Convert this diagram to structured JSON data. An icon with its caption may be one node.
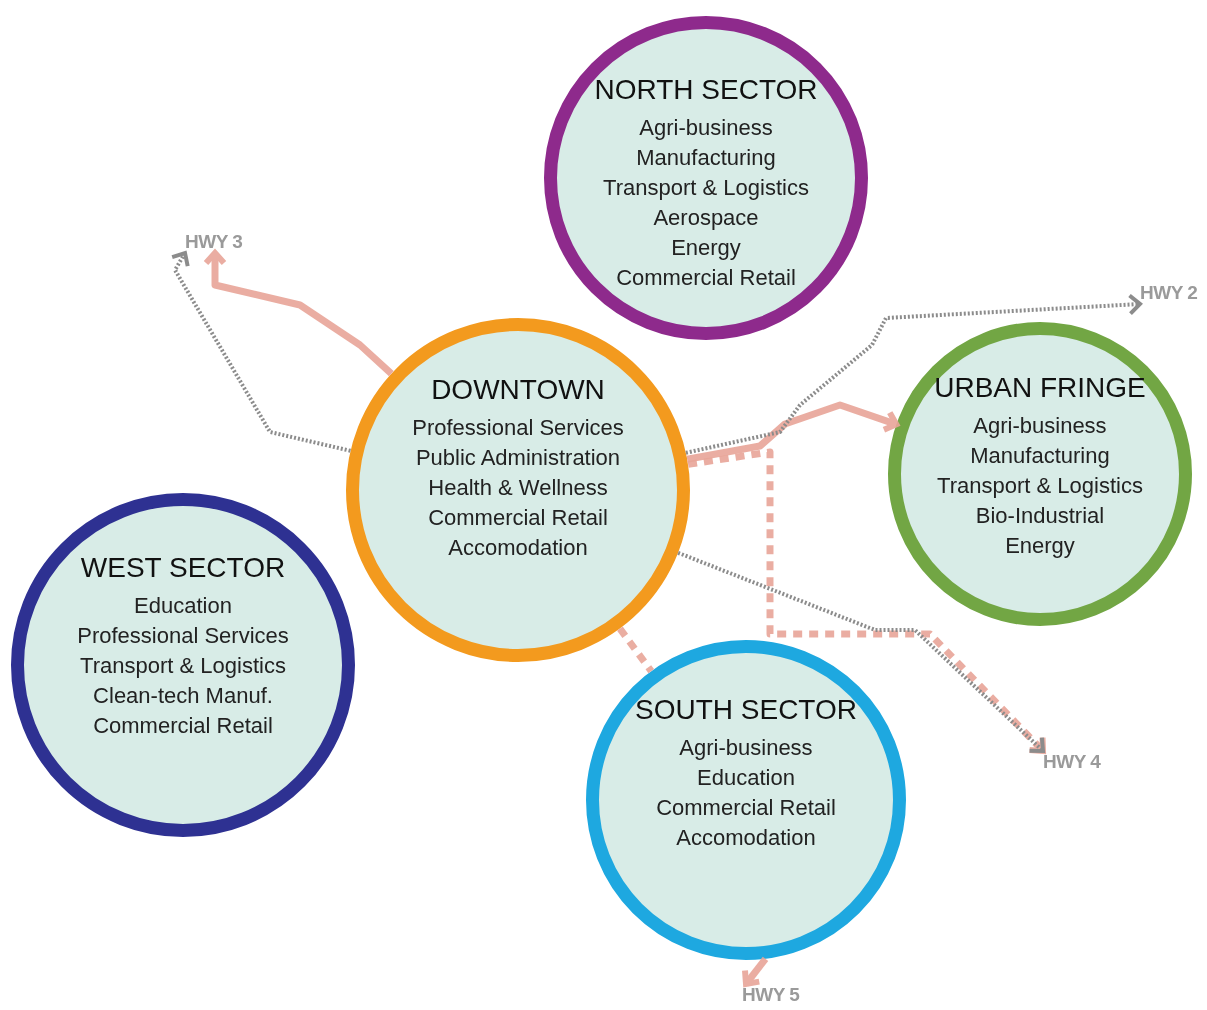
{
  "diagram": {
    "nodes": [
      {
        "text": [
          "NORTH SECTOR",
          "Agri-business",
          "Manufacturing",
          "Transport & Logistics",
          "Aerospace",
          "Energy",
          "Commercial Retail"
        ]
      },
      {
        "text": [
          "DOWNTOWN",
          "Professional Services",
          "Public Administration",
          "Health & Wellness",
          "Commercial Retail",
          "Accomodation"
        ]
      },
      {
        "text": [
          "URBAN FRINGE",
          "Agri-business",
          "Manufacturing",
          "Transport & Logistics",
          "Bio-Industrial",
          "Energy"
        ]
      },
      {
        "text": [
          "WEST SECTOR",
          "Education",
          "Professional Services",
          "Transport & Logistics",
          "Clean-tech Manuf.",
          "Commercial Retail"
        ]
      },
      {
        "text": [
          "SOUTH SECTOR",
          "Agri-business",
          "Education",
          "Commercial Retail",
          "Accomodation"
        ]
      },
      {
        "text": [
          "HWY 3"
        ]
      },
      {
        "text": [
          "HWY 2"
        ]
      },
      {
        "text": [
          "HWY 4"
        ]
      },
      {
        "text": [
          "HWY 5"
        ]
      }
    ],
    "edges": [
      {
        "from": 1,
        "to": 5,
        "arrow": "to"
      },
      {
        "from": 1,
        "to": 2,
        "arrow": "to"
      },
      {
        "from": 1,
        "to": 7,
        "arrow": "to",
        "style": "dashed"
      },
      {
        "from": 1,
        "to": 4,
        "arrow": "none",
        "style": "dashed"
      },
      {
        "from": 4,
        "to": 8,
        "arrow": "to"
      },
      {
        "from": 1,
        "to": 5,
        "arrow": "to",
        "style": "dashed",
        "color": "#8c8c8c"
      },
      {
        "from": 1,
        "to": 6,
        "arrow": "to",
        "style": "dashed",
        "color": "#8c8c8c"
      },
      {
        "from": 1,
        "to": 7,
        "arrow": "to",
        "style": "dashed",
        "color": "#8c8c8c"
      }
    ]
  }
}
